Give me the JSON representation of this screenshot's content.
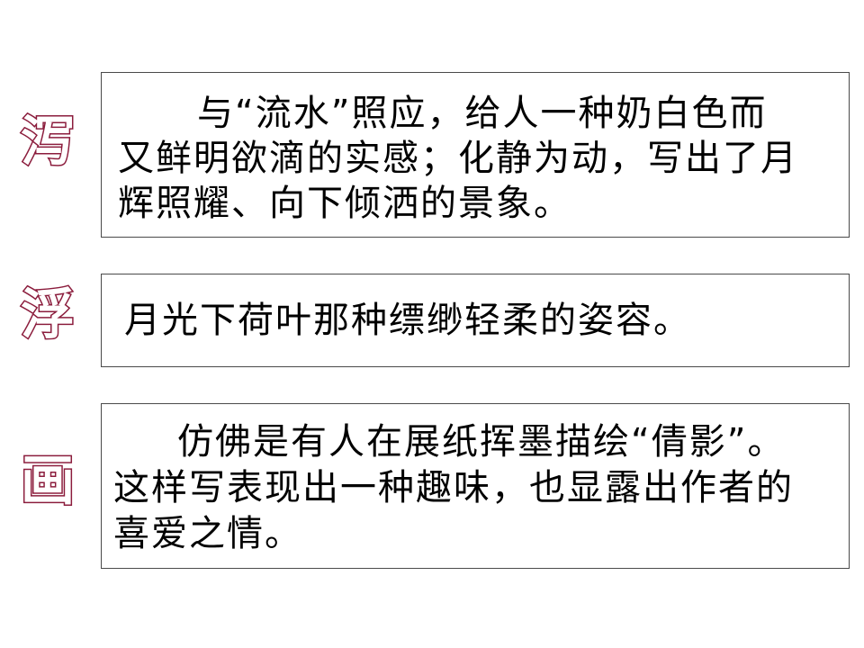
{
  "slide": {
    "items": [
      {
        "label": "泻",
        "lines": [
          "与“流水”照应，给人一种奶白色而",
          "又鲜明欲滴的实感；化静为动，写出了月",
          "辉照耀、向下倾洒的景象。"
        ]
      },
      {
        "label": "浮",
        "lines": [
          "月光下荷叶那种缥缈轻柔的姿容。"
        ]
      },
      {
        "label": "画",
        "lines": [
          "仿佛是有人在展纸挥墨描绘“倩影”。",
          "这样写表现出一种趣味，也显露出作者的",
          "喜爱之情。"
        ]
      }
    ]
  },
  "colors": {
    "accent": "#8b1c3c",
    "border": "#4a4a4a",
    "text": "#000000",
    "background": "#ffffff"
  }
}
